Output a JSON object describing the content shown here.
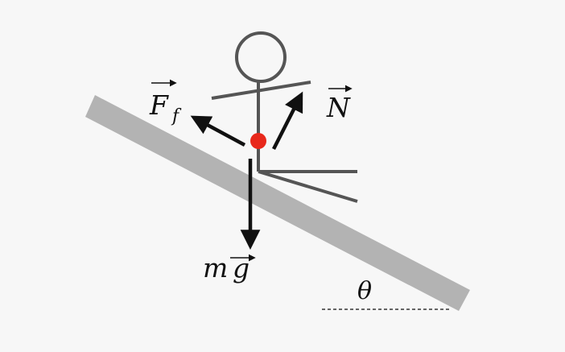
{
  "diagram": {
    "labels": {
      "friction": "F",
      "friction_subscript": "f",
      "normal": "N",
      "weight_m": "m",
      "weight_g": "g",
      "angle": "θ"
    },
    "colors": {
      "background": "#f7f7f7",
      "incline": "#b3b3b3",
      "figure": "#555555",
      "arrow": "#111111",
      "center_of_mass": "#e8281b"
    },
    "icons": {
      "friction_vector": "arrow-up-left",
      "normal_vector": "arrow-up-right",
      "weight_vector": "arrow-down"
    }
  }
}
